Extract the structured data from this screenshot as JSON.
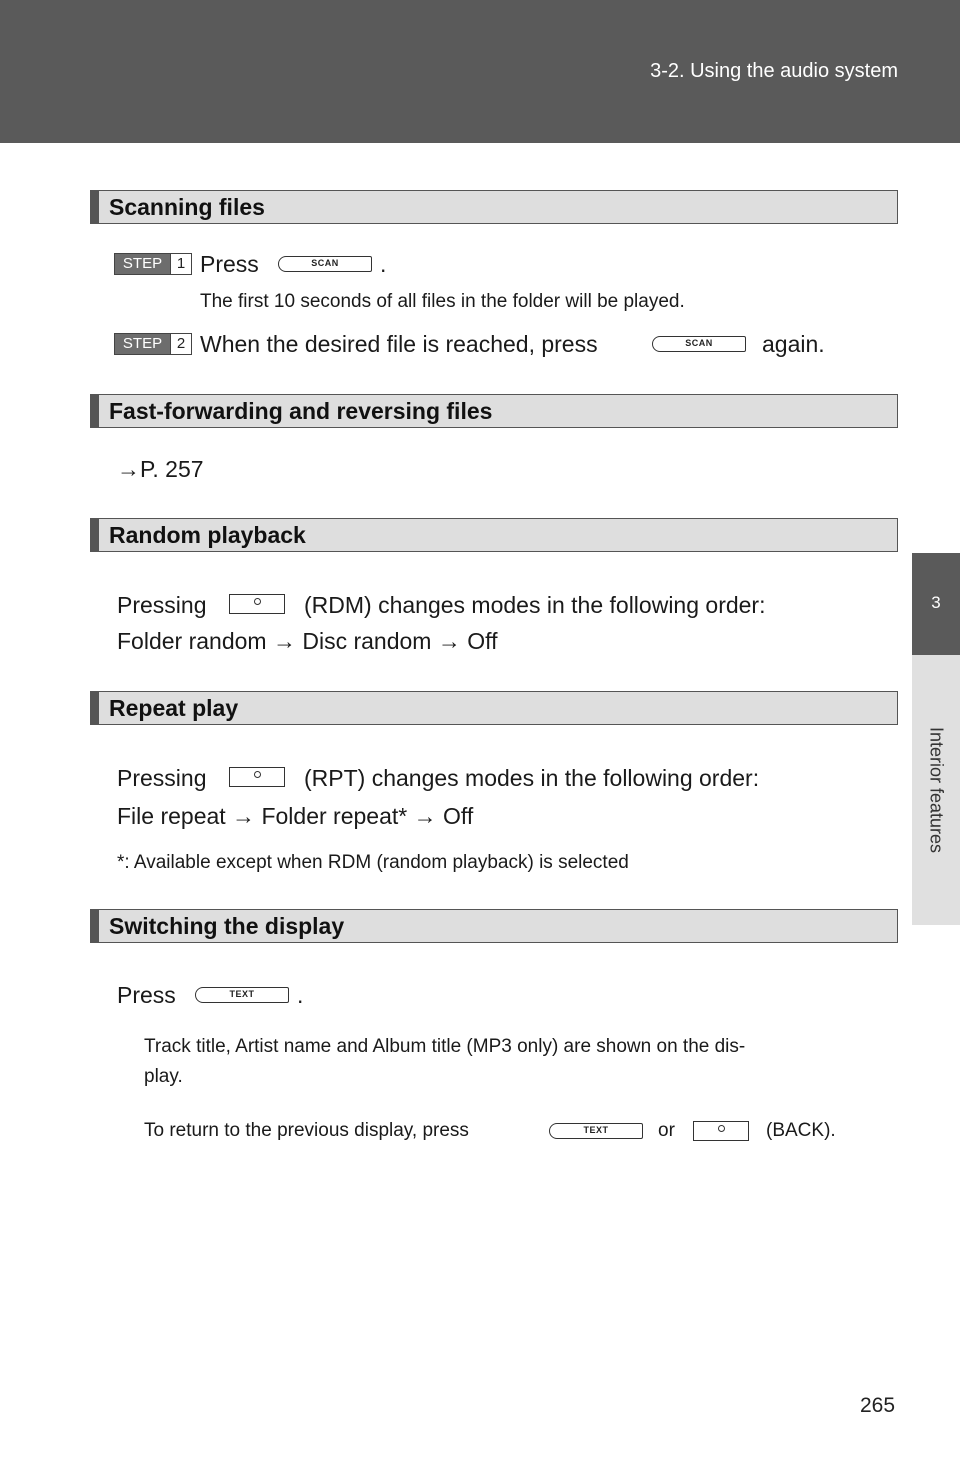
{
  "header": {
    "chapter": "3-2. Using the audio system"
  },
  "side_tab": {
    "number": "3",
    "label": "Interior features"
  },
  "scanning": {
    "title": "Scanning files",
    "step1_label": "STEP",
    "step1_num": "1",
    "step1_text": "Press",
    "step1_end": ".",
    "step1_note": "The first 10 seconds of all files in the folder will be played.",
    "step2_label": "STEP",
    "step2_num": "2",
    "step2_text": "When the desired file is reached, press",
    "step2_end": "again.",
    "scan_button": "SCAN"
  },
  "fastforward": {
    "title": "Fast-forwarding and reversing files",
    "ref": "→P. 257"
  },
  "random": {
    "title": "Random playback",
    "line1_start": "Pressing",
    "line1_end": "(RDM) changes modes in the following order:",
    "line2": "Folder random → Disc random → Off"
  },
  "repeat": {
    "title": "Repeat play",
    "line1_start": "Pressing",
    "line1_end": "(RPT) changes modes in the following order:",
    "line2": "File repeat → Folder repeat* → Off",
    "footnote": "*:  Available except when RDM (random playback) is selected"
  },
  "display": {
    "title": "Switching the display",
    "press": "Press",
    "press_end": ".",
    "text_button": "TEXT",
    "note1_line1": "Track title, Artist name and Album title (MP3 only) are shown on the dis-",
    "note1_line2": "play.",
    "note2_start": "To return to the previous display, press",
    "note2_or": "or",
    "note2_end": "(BACK)."
  },
  "page_number": "265"
}
